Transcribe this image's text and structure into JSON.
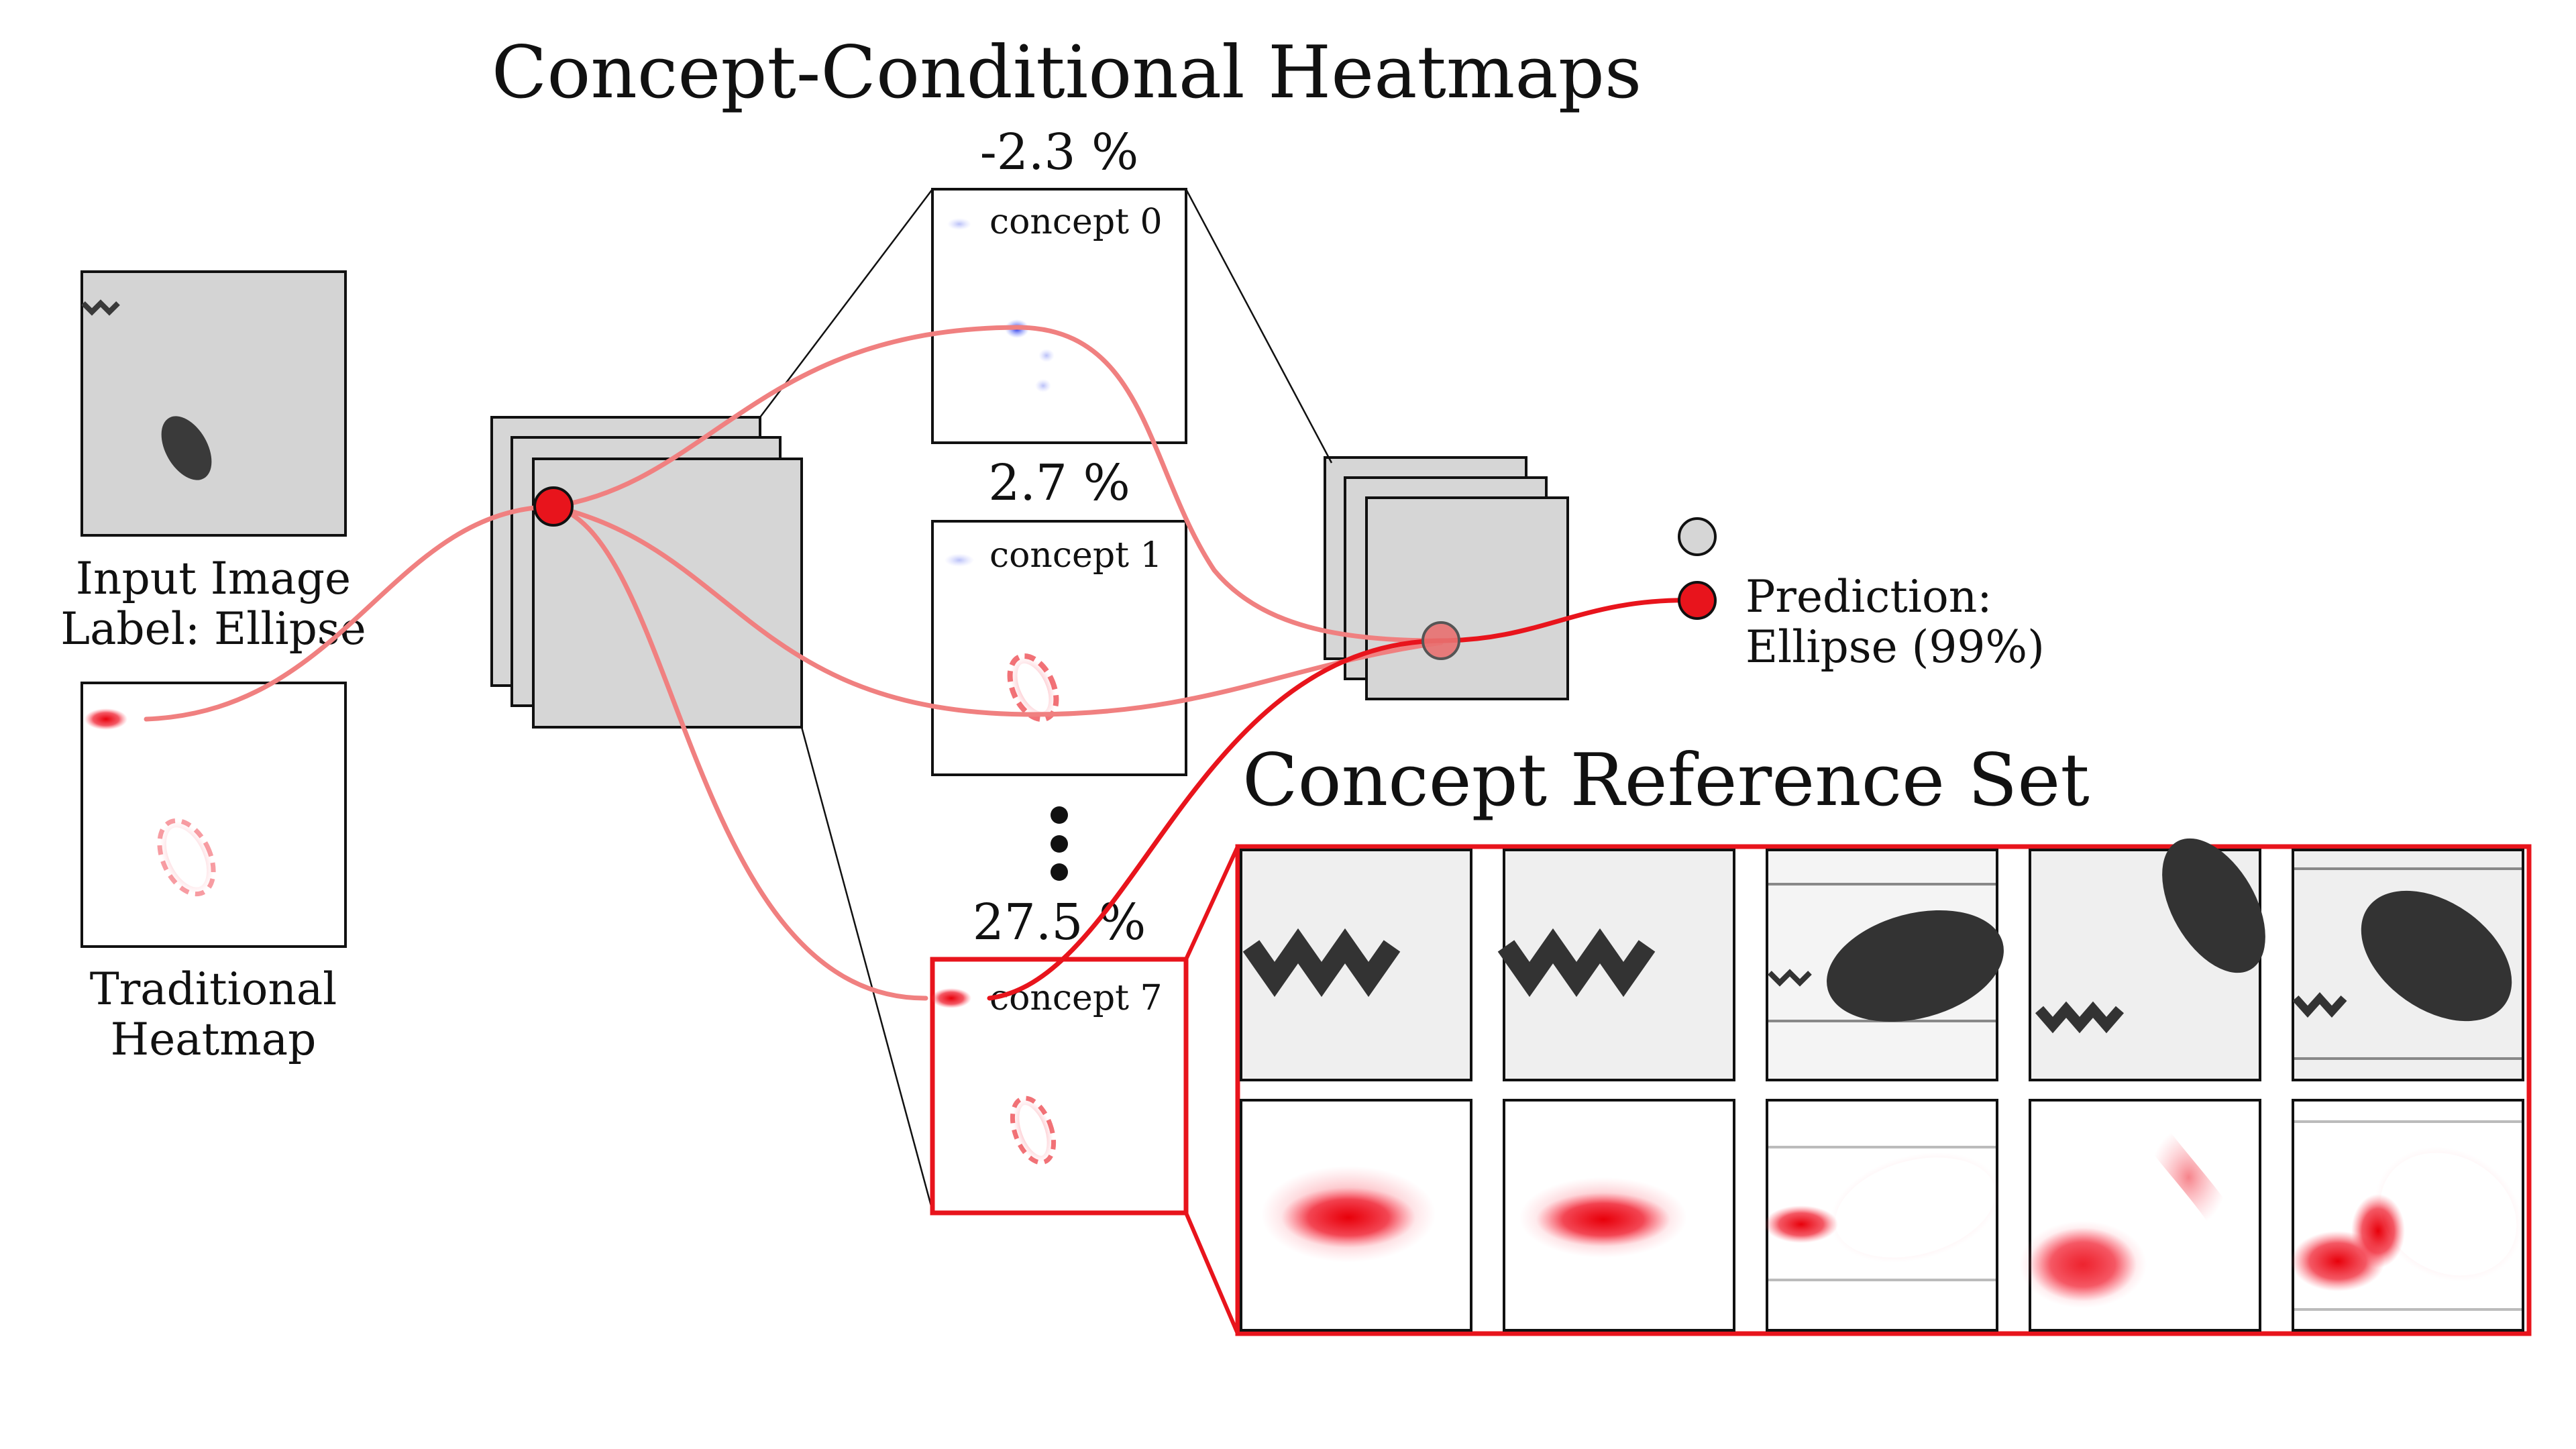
{
  "title": "Concept-Conditional Heatmaps",
  "input": {
    "label_line1": "Input Image",
    "label_line2": "Label: Ellipse"
  },
  "traditional": {
    "label_line1": "Traditional",
    "label_line2": "Heatmap"
  },
  "concepts": [
    {
      "percent": "-2.3 %",
      "name": "concept 0"
    },
    {
      "percent": "2.7 %",
      "name": "concept 1"
    },
    {
      "percent": "27.5 %",
      "name": "concept 7"
    }
  ],
  "prediction": {
    "label_line1": "Prediction:",
    "label_line2": "Ellipse (99%)"
  },
  "reference": {
    "title": "Concept Reference Set"
  },
  "colors": {
    "relevance_line": "#f08080",
    "highlight": "#e8141c",
    "node_gray": "#d6d6d6",
    "shape_dark": "#3a3a3a",
    "negative_relevance": "#2244ee"
  }
}
